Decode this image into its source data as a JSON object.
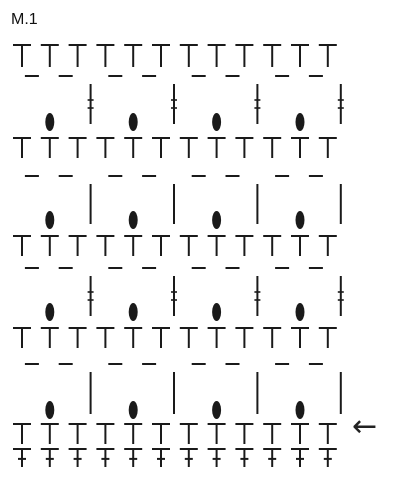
{
  "diagram": {
    "title": "M.1",
    "direction_arrow_glyph": "←",
    "symbol_names": [
      "tr",
      "htr",
      "ch",
      "ch-pair",
      "bobble",
      "post"
    ],
    "colors": {
      "ink": "#1a1a1a",
      "background": "#ffffff"
    }
  }
}
